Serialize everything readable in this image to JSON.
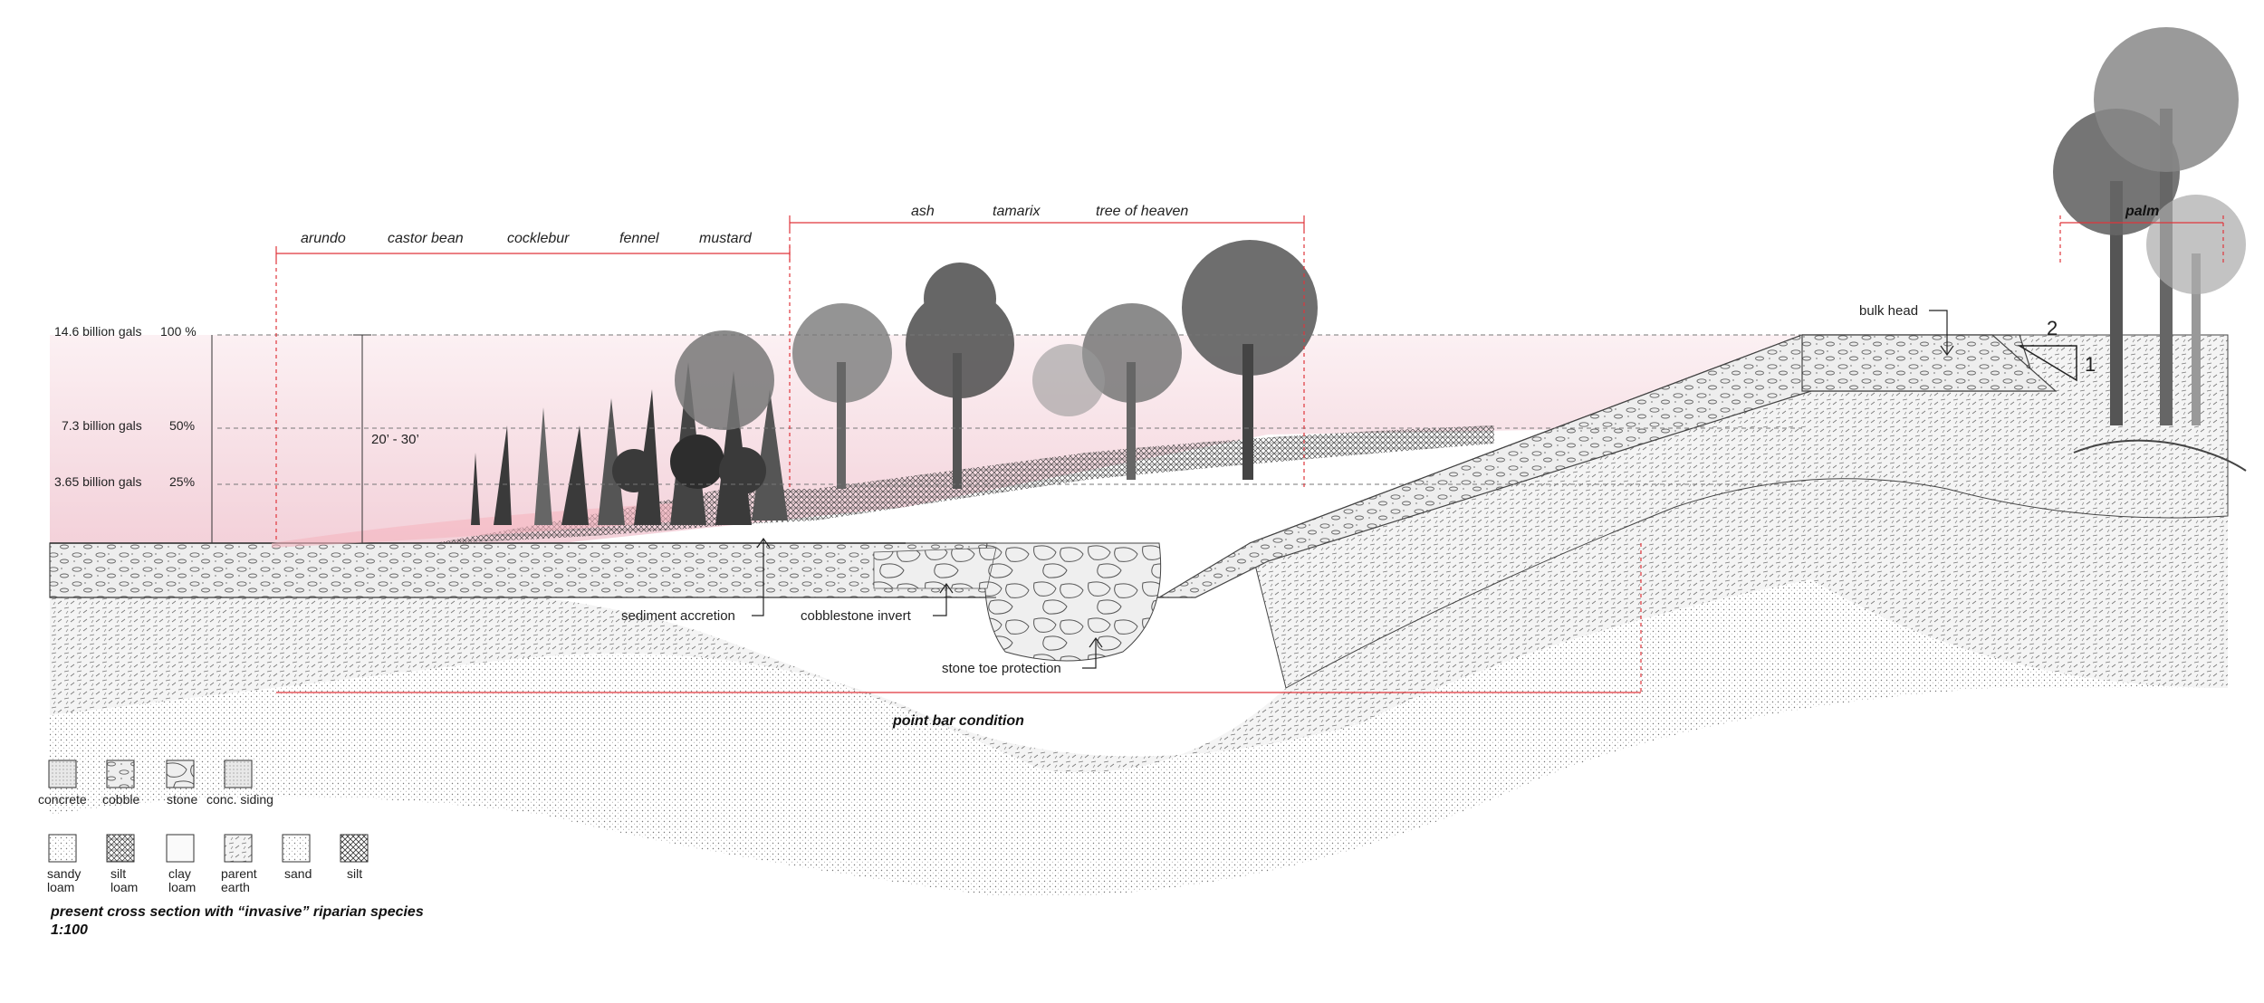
{
  "water_levels": [
    {
      "volume": "14.6 billion gals",
      "percent": "100 %"
    },
    {
      "volume": "7.3 billion gals",
      "percent": "50%"
    },
    {
      "volume": "3.65 billion gals",
      "percent": "25%"
    }
  ],
  "depth_range": "20’ - 30’",
  "species_group_1": [
    "arundo",
    "castor bean",
    "cocklebur",
    "fennel",
    "mustard"
  ],
  "species_group_2": [
    "ash",
    "tamarix",
    "tree of heaven"
  ],
  "species_group_3": "palm",
  "callouts": {
    "sediment_accretion": "sediment accretion",
    "cobblestone_invert": "cobblestone invert",
    "stone_toe_protection": "stone toe protection",
    "bulk_head": "bulk head",
    "point_bar_condition": "point bar condition"
  },
  "slope": {
    "rise": "1",
    "run": "2"
  },
  "legend_row1": [
    "concrete",
    "cobble",
    "stone",
    "conc. siding"
  ],
  "legend_row2": [
    "sandy\nloam",
    "silt\nloam",
    "clay\nloam",
    "parent\nearth",
    "sand",
    "silt"
  ],
  "caption": {
    "title": "present cross section with “invasive” riparian species",
    "scale": "1:100"
  },
  "colors": {
    "water": "#f3d0d8",
    "dimension": "#e0353b",
    "vegetation": "#555555"
  }
}
